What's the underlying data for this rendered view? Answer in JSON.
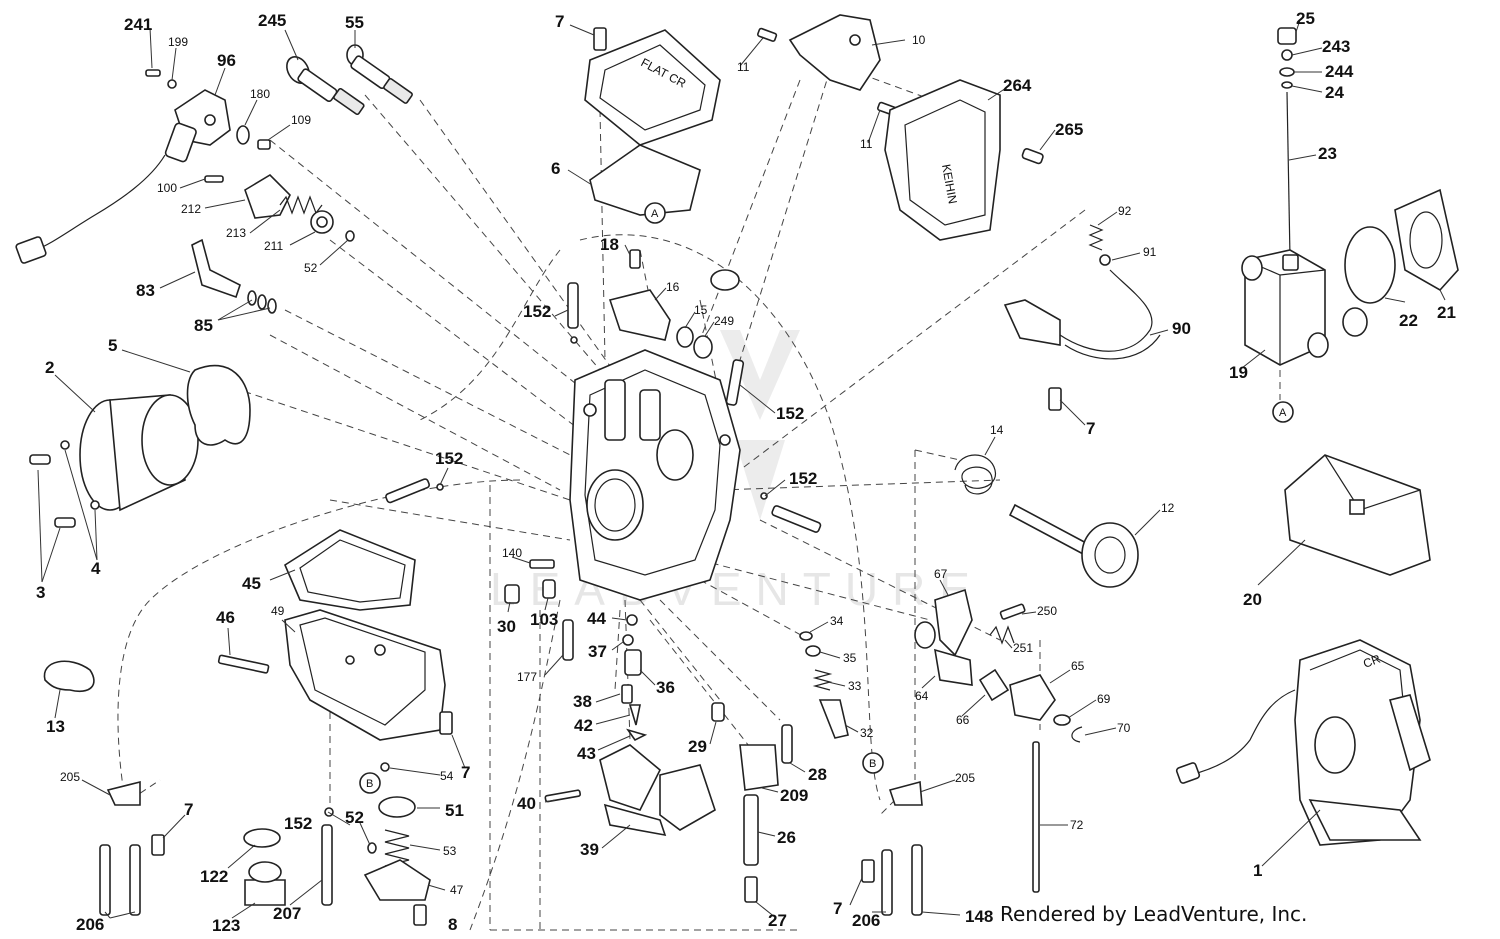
{
  "watermark": "LEADVENTURE",
  "credit": "Rendered by LeadVenture, Inc.",
  "reference_markers": [
    "A",
    "B"
  ],
  "labels": {
    "p241": "241",
    "p199": "199",
    "p96": "96",
    "p245": "245",
    "p55": "55",
    "p180": "180",
    "p109": "109",
    "p100": "100",
    "p212": "212",
    "p213": "213",
    "p211": "211",
    "p52a": "52",
    "p83": "83",
    "p85": "85",
    "p5": "5",
    "p2": "2",
    "p3": "3",
    "p4": "4",
    "p152a": "152",
    "p45": "45",
    "p49": "49",
    "p46": "46",
    "p13": "13",
    "p205a": "205",
    "p7a": "7",
    "p206a": "206",
    "p152b": "152",
    "p122": "122",
    "p123": "123",
    "p207": "207",
    "p52b": "52",
    "p51": "51",
    "p53": "53",
    "p47": "47",
    "p8": "8",
    "p54": "54",
    "p7b": "7",
    "p7c": "7",
    "p6": "6",
    "p18": "18",
    "p16": "16",
    "p15": "15",
    "p249": "249",
    "p152c": "152",
    "p152d": "152",
    "p152e": "152",
    "p140": "140",
    "p30": "30",
    "p103": "103",
    "p44": "44",
    "p37": "37",
    "p177": "177",
    "p38": "38",
    "p36": "36",
    "p42": "42",
    "p43": "43",
    "p40": "40",
    "p39": "39",
    "p29": "29",
    "p209": "209",
    "p28": "28",
    "p26": "26",
    "p27": "27",
    "p34": "34",
    "p35": "35",
    "p33": "33",
    "p32": "32",
    "p11a": "11",
    "p11b": "11",
    "p10": "10",
    "p264": "264",
    "p265": "265",
    "p92": "92",
    "p91": "91",
    "p90": "90",
    "p7d": "7",
    "p14": "14",
    "p12": "12",
    "p67": "67",
    "p250": "250",
    "p251": "251",
    "p64": "64",
    "p66": "66",
    "p65": "65",
    "p69": "69",
    "p70": "70",
    "p72": "72",
    "p205b": "205",
    "p7e": "7",
    "p206b": "206",
    "p148": "148",
    "p25": "25",
    "p243": "243",
    "p244": "244",
    "p24": "24",
    "p23": "23",
    "p22": "22",
    "p21": "21",
    "p19": "19",
    "p20": "20",
    "p1": "1"
  },
  "stamped_text": {
    "top_cover_brand": "FLAT CR",
    "top_cover_letters": "CR",
    "side_cover_brand": "KEIHIN",
    "assembly_brand": "CR"
  }
}
